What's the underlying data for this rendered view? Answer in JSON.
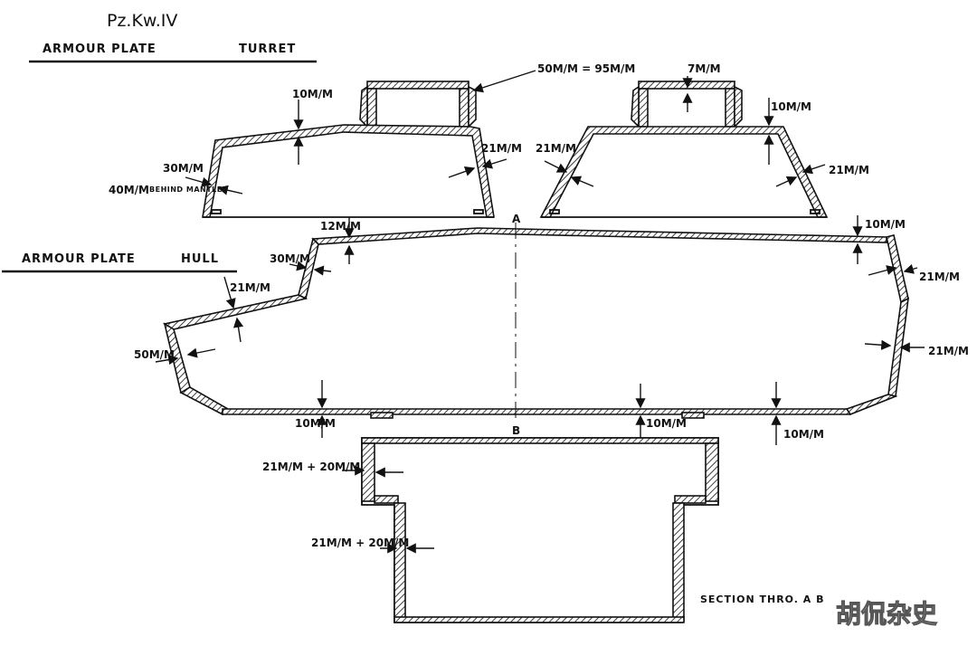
{
  "header": {
    "title": "Pz.Kw.IV",
    "turret_label_left": "ARMOUR PLATE",
    "turret_label_right": "TURRET",
    "hull_label_left": "ARMOUR PLATE",
    "hull_label_right": "HULL"
  },
  "turret_side": {
    "top": "10M/M",
    "front_outer": "30M/M",
    "front_inner": "40M/M",
    "behind_mantlet": "BEHIND MANTLET",
    "rear": "21M/M",
    "cupola": "50M/M = 95M/M"
  },
  "turret_front": {
    "cupola_top": "7M/M",
    "roof": "10M/M",
    "left_side": "21M/M",
    "right_side": "21M/M"
  },
  "hull_side": {
    "point_a": "A",
    "point_b": "B",
    "front_roof": "12M/M",
    "upper_front": "30M/M",
    "glacis": "21M/M",
    "lower_front": "50M/M",
    "rear_roof": "10M/M",
    "rear_upper": "21M/M",
    "rear_lower": "21M/M",
    "floor_front": "10M/M",
    "floor_middle": "10M/M",
    "floor_rear": "10M/M"
  },
  "section": {
    "upper_side": "21M/M + 20M/M",
    "lower_side": "21M/M + 20M/M",
    "caption": "SECTION THRO. A B"
  },
  "watermark": "胡侃杂史"
}
